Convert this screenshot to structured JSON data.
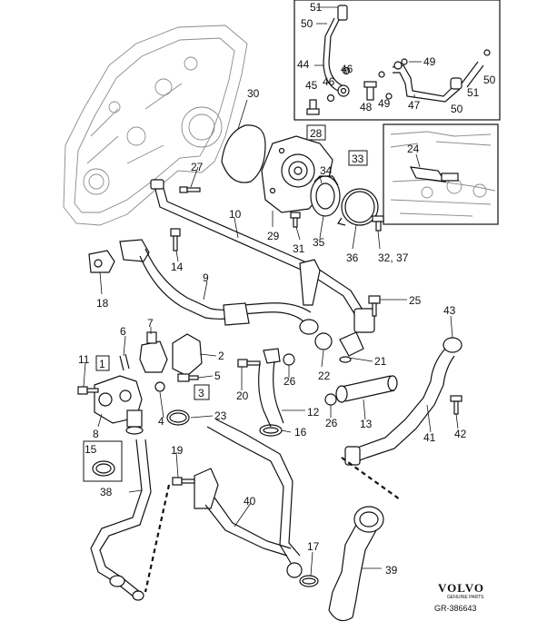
{
  "callouts": {
    "c1": "1",
    "c2": "2",
    "c3": "3",
    "c4": "4",
    "c5": "5",
    "c6": "6",
    "c7": "7",
    "c8": "8",
    "c9": "9",
    "c10": "10",
    "c11": "11",
    "c12": "12",
    "c13": "13",
    "c14": "14",
    "c15": "15",
    "c16": "16",
    "c17": "17",
    "c18": "18",
    "c19": "19",
    "c20": "20",
    "c21": "21",
    "c22": "22",
    "c23": "23",
    "c24": "24",
    "c25": "25",
    "c26a": "26",
    "c26b": "26",
    "c27": "27",
    "c28": "28",
    "c29": "29",
    "c30": "30",
    "c31": "31",
    "c32_37": "32, 37",
    "c33": "33",
    "c34": "34",
    "c35": "35",
    "c36": "36",
    "c38": "38",
    "c39": "39",
    "c40": "40",
    "c41": "41",
    "c42": "42",
    "c43": "43",
    "c44": "44",
    "c45": "45",
    "c46a": "46",
    "c46b": "46",
    "c47": "47",
    "c48": "48",
    "c49a": "49",
    "c49b": "49",
    "c50a": "50",
    "c50b": "50",
    "c50c": "50",
    "c51a": "51",
    "c51b": "51"
  },
  "brand": {
    "name": "VOLVO",
    "tagline": "GENUINE PARTS"
  },
  "doc_ref": "GR-386643"
}
